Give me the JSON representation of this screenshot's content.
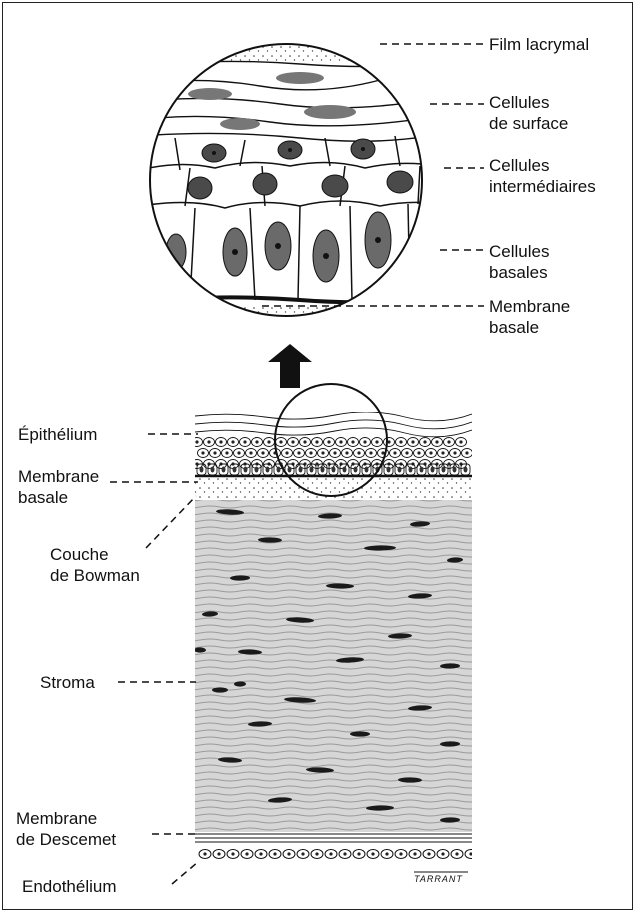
{
  "labels": {
    "film_lacrymal": "Film lacrymal",
    "cellules_surface": "Cellules\nde surface",
    "cellules_intermediaires": "Cellules\nintermédiaires",
    "cellules_basales": "Cellules\nbasales",
    "membrane_basale_zoom": "Membrane\nbasale",
    "epithelium": "Épithélium",
    "membrane_basale": "Membrane\nbasale",
    "couche_bowman": "Couche\nde Bowman",
    "stroma": "Stroma",
    "membrane_descemet": "Membrane\nde Descemet",
    "endothelium": "Endothélium"
  },
  "signature": "TARRANT",
  "colors": {
    "ink": "#111111",
    "stroma_fill": "#d6d6d6",
    "keratocyte": "#1a1a1a",
    "nucleus": "#555555"
  }
}
